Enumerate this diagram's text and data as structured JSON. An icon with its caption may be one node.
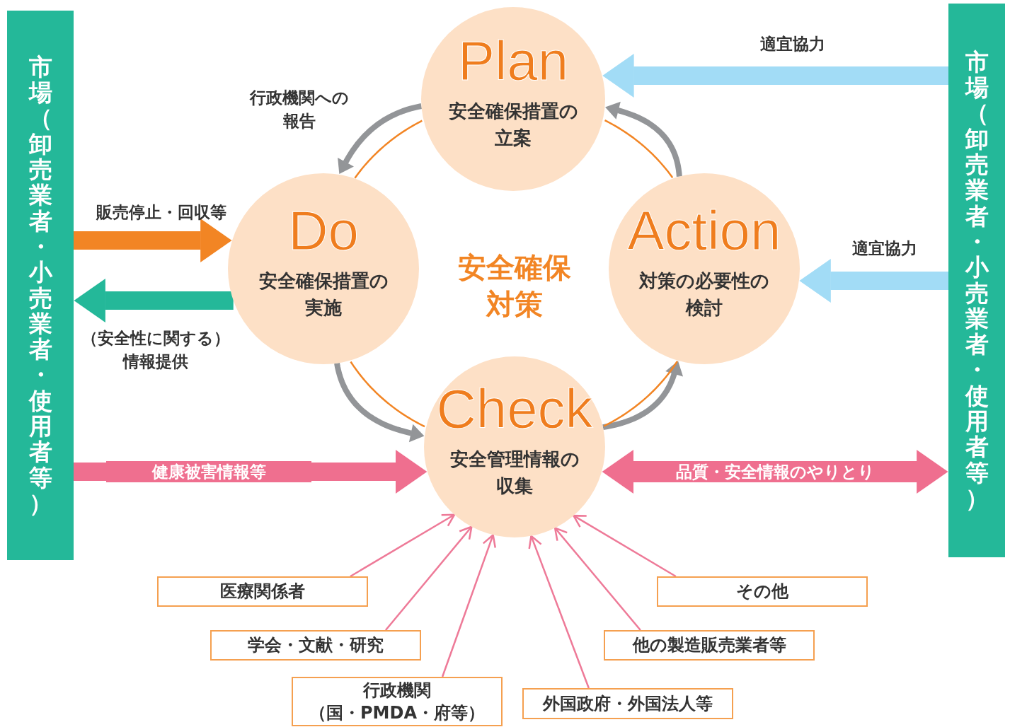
{
  "diagram": {
    "nodes": [
      {
        "text": [
          "市場（卸売業者・小売業者・使用者等）"
        ]
      },
      {
        "text": [
          "市場（卸売業者・小売業者・使用者等）"
        ]
      },
      {
        "text": [
          "Plan",
          "安全確保措置の立案"
        ]
      },
      {
        "text": [
          "Do",
          "安全確保措置の実施"
        ]
      },
      {
        "text": [
          "Action",
          "対策の必要性の検討"
        ]
      },
      {
        "text": [
          "Check",
          "安全管理情報の収集"
        ]
      },
      {
        "text": [
          "医療関係者"
        ]
      },
      {
        "text": [
          "学会・文献・研究"
        ]
      },
      {
        "text": [
          "行政機関",
          "（国・PMDA・府等）"
        ]
      },
      {
        "text": [
          "外国政府・外国法人等"
        ]
      },
      {
        "text": [
          "他の製造販売業者等"
        ]
      },
      {
        "text": [
          "その他"
        ]
      }
    ],
    "edges": [
      {
        "from": 0,
        "to": 3,
        "arrow": "to",
        "label": "販売停止・回収等",
        "style": "thick",
        "color": "#f28524"
      },
      {
        "from": 3,
        "to": 0,
        "arrow": "to",
        "label": "（安全性に関する）情報提供",
        "style": "thick",
        "color": "#24b899"
      },
      {
        "from": 0,
        "to": 5,
        "arrow": "to",
        "label": "健康被害情報等",
        "style": "thick",
        "color": "#ef6f8f"
      },
      {
        "from": 5,
        "to": 1,
        "arrow": "both",
        "label": "品質・安全情報のやりとり",
        "style": "thick",
        "color": "#ef6f8f"
      },
      {
        "from": 1,
        "to": 2,
        "arrow": "to",
        "label": "適宜協力",
        "style": "thick",
        "color": "#a2dcf6"
      },
      {
        "from": 1,
        "to": 4,
        "arrow": "to",
        "label": "適宜協力",
        "style": "thick",
        "color": "#a2dcf6"
      },
      {
        "from": 2,
        "to": 3,
        "arrow": "to",
        "label": "行政機関への報告",
        "style": "thick",
        "color": "#939598"
      },
      {
        "from": 3,
        "to": 5,
        "arrow": "to",
        "style": "thick",
        "color": "#939598"
      },
      {
        "from": 5,
        "to": 4,
        "arrow": "to",
        "style": "thick",
        "color": "#939598"
      },
      {
        "from": 4,
        "to": 2,
        "arrow": "to",
        "style": "thick",
        "color": "#939598"
      },
      {
        "from": 2,
        "to": 3,
        "arrow": "none",
        "color": "#f28524"
      },
      {
        "from": 3,
        "to": 5,
        "arrow": "none",
        "color": "#f28524"
      },
      {
        "from": 5,
        "to": 4,
        "arrow": "none",
        "color": "#f28524"
      },
      {
        "from": 4,
        "to": 2,
        "arrow": "none",
        "color": "#f28524"
      },
      {
        "from": 6,
        "to": 5,
        "arrow": "to"
      },
      {
        "from": 7,
        "to": 5,
        "arrow": "to"
      },
      {
        "from": 8,
        "to": 5,
        "arrow": "to"
      },
      {
        "from": 9,
        "to": 5,
        "arrow": "to"
      },
      {
        "from": 10,
        "to": 5,
        "arrow": "to"
      },
      {
        "from": 11,
        "to": 5,
        "arrow": "to"
      }
    ],
    "labels": [
      "安全確保対策"
    ]
  }
}
